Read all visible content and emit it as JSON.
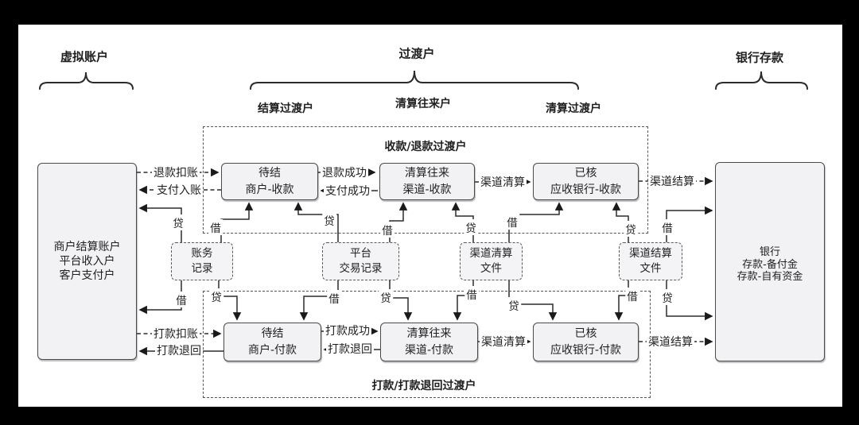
{
  "sections": {
    "left": {
      "label": "虚拟账户"
    },
    "center": {
      "label": "过渡户",
      "sub": [
        "结算过渡户",
        "清算往来户",
        "清算过渡户"
      ]
    },
    "right": {
      "label": "银行存款"
    }
  },
  "containers": {
    "receive": {
      "label": "收款/退款过渡户"
    },
    "payout": {
      "label": "打款/打款退回过渡户"
    }
  },
  "accounts": {
    "merchant": {
      "lines": [
        "商户结算账户",
        "平台收入户",
        "客户支付户"
      ]
    },
    "bank": {
      "lines": [
        "银行",
        "存款-备付金",
        "存款-自有资金"
      ]
    }
  },
  "boxes": {
    "top": [
      {
        "line1": "待结",
        "line2": "商户-收款"
      },
      {
        "line1": "清算往来",
        "line2": "渠道-收款"
      },
      {
        "line1": "已核",
        "line2": "应收银行-收款"
      }
    ],
    "mid": [
      {
        "line1": "账务",
        "line2": "记录"
      },
      {
        "line1": "平台",
        "line2": "交易记录"
      },
      {
        "line1": "渠道清算",
        "line2": "文件"
      },
      {
        "line1": "渠道结算",
        "line2": "文件"
      }
    ],
    "bottom": [
      {
        "line1": "待结",
        "line2": "商户-付款"
      },
      {
        "line1": "清算往来",
        "line2": "渠道-付款"
      },
      {
        "line1": "已核",
        "line2": "应收银行-付款"
      }
    ]
  },
  "flows": {
    "refund_debit": "退款扣账",
    "pay_in": "支付入账",
    "refund_success": "退款成功",
    "pay_success": "支付成功",
    "channel_clearing": "渠道清算",
    "channel_settlement": "渠道结算",
    "payout_debit": "打款扣账",
    "payout_return": "打款退回",
    "payout_success": "打款成功"
  },
  "ledger": {
    "debit": "借",
    "credit": "贷"
  },
  "colors": {
    "frame": "#000000",
    "canvas": "#ffffff",
    "box_fill": "#f2f2f4",
    "box_border": "#4a4a4a",
    "line": "#2b2b2b",
    "text": "#1f1f1f"
  }
}
